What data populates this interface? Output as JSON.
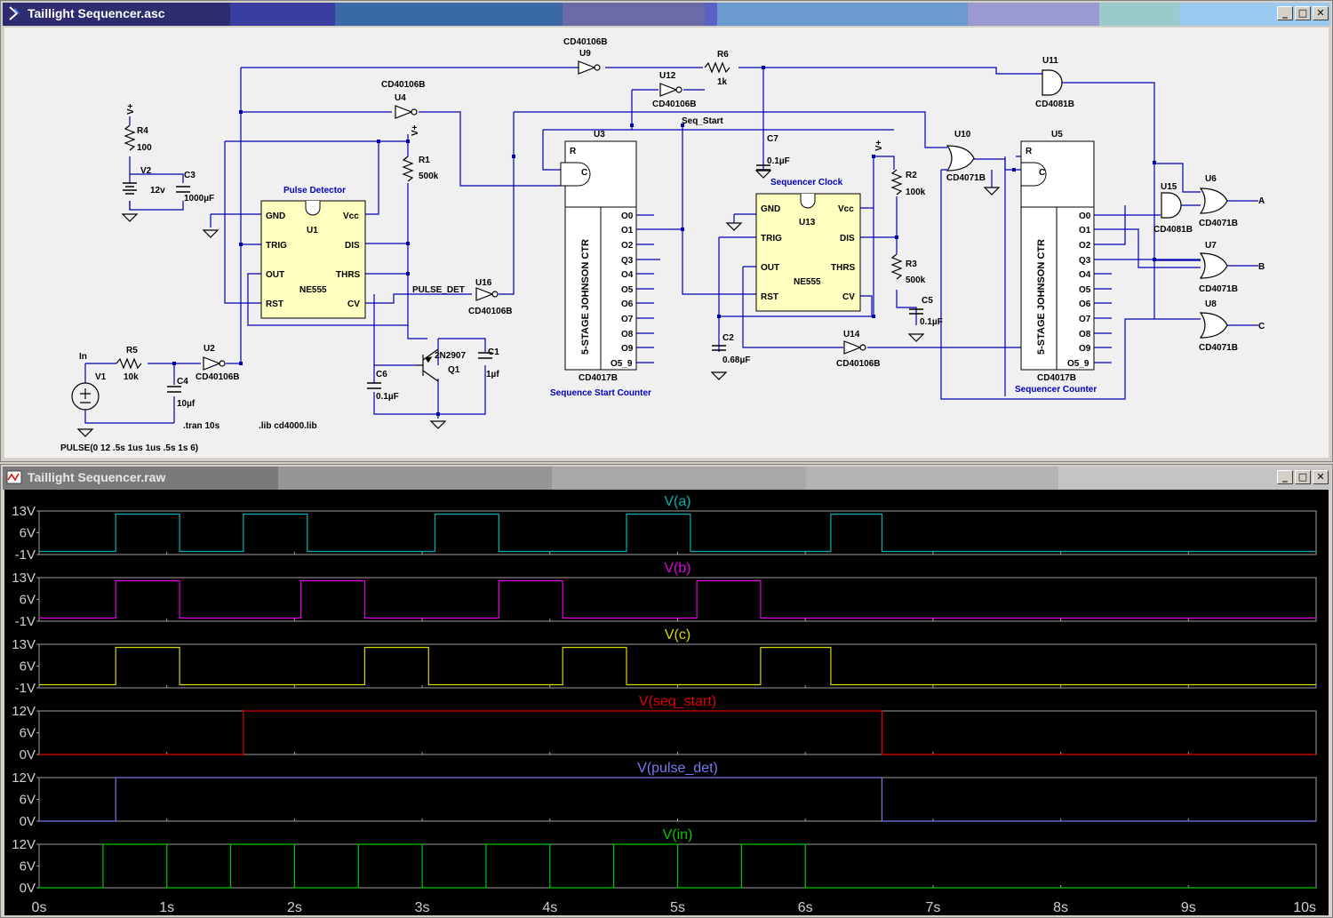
{
  "schematic_window": {
    "title": "Taillight Sequencer.asc",
    "buttons": {
      "minimize": "_",
      "maximize": "□",
      "close": "✕"
    }
  },
  "waveform_window": {
    "title": "Taillight Sequencer.raw",
    "buttons": {
      "minimize": "_",
      "maximize": "□",
      "close": "✕"
    }
  },
  "schematic": {
    "parts": {
      "r4": {
        "ref": "R4",
        "value": "100"
      },
      "v2": {
        "ref": "V2",
        "value": "12v"
      },
      "c3": {
        "ref": "C3",
        "value": "1000µF"
      },
      "r1": {
        "ref": "R1",
        "value": "500k"
      },
      "r5": {
        "ref": "R5",
        "value": "10k"
      },
      "c4": {
        "ref": "C4",
        "value": "10µf"
      },
      "c6": {
        "ref": "C6",
        "value": "0.1µF"
      },
      "c1": {
        "ref": "C1",
        "value": "1µf"
      },
      "q1": {
        "ref": "Q1",
        "value": "2N2907"
      },
      "r6": {
        "ref": "R6",
        "value": "1k"
      },
      "c7": {
        "ref": "C7",
        "value": "0.1µF"
      },
      "r2": {
        "ref": "R2",
        "value": "100k"
      },
      "r3": {
        "ref": "R3",
        "value": "500k"
      },
      "c5": {
        "ref": "C5",
        "value": "0.1µF"
      },
      "c2": {
        "ref": "C2",
        "value": "0.68µF"
      },
      "v1": {
        "ref": "V1",
        "value": "PULSE(0 12 .5s 1us 1us .5s 1s 6)"
      }
    },
    "gates": {
      "u9": {
        "ref": "U9",
        "model": "CD40106B"
      },
      "u12": {
        "ref": "U12",
        "model": "CD40106B"
      },
      "u4": {
        "ref": "U4",
        "model": "CD40106B"
      },
      "u2": {
        "ref": "U2",
        "model": "CD40106B"
      },
      "u16": {
        "ref": "U16",
        "model": "CD40106B"
      },
      "u14": {
        "ref": "U14",
        "model": "CD40106B"
      },
      "u11": {
        "ref": "U11",
        "model": "CD4081B"
      },
      "u15": {
        "ref": "U15",
        "model": "CD4081B"
      },
      "u10": {
        "ref": "U10",
        "model": "CD4071B"
      },
      "u6": {
        "ref": "U6",
        "model": "CD4071B"
      },
      "u7": {
        "ref": "U7",
        "model": "CD4071B"
      },
      "u8": {
        "ref": "U8",
        "model": "CD4071B"
      }
    },
    "timers": {
      "u1": {
        "ref": "U1",
        "model": "NE555",
        "caption": "Pulse Detector"
      },
      "u13": {
        "ref": "U13",
        "model": "NE555",
        "caption": "Sequencer Clock"
      },
      "pins": {
        "gnd": "GND",
        "trig": "TRIG",
        "out": "OUT",
        "rst": "RST",
        "vcc": "Vcc",
        "dis": "DIS",
        "thrs": "THRS",
        "cv": "CV"
      }
    },
    "counters": {
      "u3": {
        "ref": "U3",
        "model": "CD4017B",
        "caption": "Sequence Start Counter"
      },
      "u5": {
        "ref": "U5",
        "model": "CD4017B",
        "caption": "Sequencer Counter"
      },
      "body": "5-STAGE JOHNSON CTR",
      "r_pin": "R",
      "c_pin": "C",
      "outputs": [
        "O0",
        "O1",
        "O2",
        "Q3",
        "O4",
        "O5",
        "O6",
        "O7",
        "O8",
        "O9",
        "O5_9"
      ]
    },
    "labels": {
      "vplus": "V+",
      "in": "In",
      "seq_start": "Seq_Start",
      "pulse_det": "PULSE_DET",
      "out_a": "A",
      "out_b": "B",
      "out_c": "C",
      "tran": ".tran 10s",
      "lib": ".lib cd4000.lib"
    }
  },
  "chart_data": {
    "type": "line",
    "x_unit": "s",
    "xlim": [
      0,
      10
    ],
    "x_ticks": [
      "0s",
      "1s",
      "2s",
      "3s",
      "4s",
      "5s",
      "6s",
      "7s",
      "8s",
      "9s",
      "10s"
    ],
    "series": [
      {
        "name": "V(a)",
        "color": "#00b2b2",
        "y_ticks": [
          "13V",
          "6V",
          "-1V"
        ],
        "ylim": [
          -1,
          13
        ],
        "x": [
          0,
          0.6,
          0.6,
          1.1,
          1.1,
          1.6,
          1.6,
          2.1,
          2.1,
          3.1,
          3.1,
          3.6,
          3.6,
          4.6,
          4.6,
          5.1,
          5.1,
          6.2,
          6.2,
          6.6,
          6.6,
          10
        ],
        "y": [
          0,
          0,
          12,
          12,
          0,
          0,
          12,
          12,
          0,
          0,
          12,
          12,
          0,
          0,
          12,
          12,
          0,
          0,
          12,
          12,
          0,
          0
        ]
      },
      {
        "name": "V(b)",
        "color": "#e000e0",
        "y_ticks": [
          "13V",
          "6V",
          "-1V"
        ],
        "ylim": [
          -1,
          13
        ],
        "x": [
          0,
          0.6,
          0.6,
          1.1,
          1.1,
          2.05,
          2.05,
          2.55,
          2.55,
          3.6,
          3.6,
          4.1,
          4.1,
          5.15,
          5.15,
          5.65,
          5.65,
          10
        ],
        "y": [
          0,
          0,
          12,
          12,
          0,
          0,
          12,
          12,
          0,
          0,
          12,
          12,
          0,
          0,
          12,
          12,
          0,
          0
        ]
      },
      {
        "name": "V(c)",
        "color": "#d8d800",
        "y_ticks": [
          "13V",
          "6V",
          "-1V"
        ],
        "ylim": [
          -1,
          13
        ],
        "x": [
          0,
          0.6,
          0.6,
          1.1,
          1.1,
          2.55,
          2.55,
          3.05,
          3.05,
          4.1,
          4.1,
          4.6,
          4.6,
          5.65,
          5.65,
          6.2,
          6.2,
          10
        ],
        "y": [
          0,
          0,
          12,
          12,
          0,
          0,
          12,
          12,
          0,
          0,
          12,
          12,
          0,
          0,
          12,
          12,
          0,
          0
        ]
      },
      {
        "name": "V(seq_start)",
        "color": "#e00000",
        "y_ticks": [
          "12V",
          "6V",
          "0V"
        ],
        "ylim": [
          0,
          12
        ],
        "x": [
          0,
          1.6,
          1.6,
          6.6,
          6.6,
          10
        ],
        "y": [
          0,
          0,
          12,
          12,
          0,
          0
        ]
      },
      {
        "name": "V(pulse_det)",
        "color": "#7878f0",
        "y_ticks": [
          "12V",
          "6V",
          "0V"
        ],
        "ylim": [
          0,
          12
        ],
        "x": [
          0,
          0.6,
          0.6,
          6.6,
          6.6,
          10
        ],
        "y": [
          0,
          0,
          12,
          12,
          0,
          0
        ]
      },
      {
        "name": "V(in)",
        "color": "#00c800",
        "y_ticks": [
          "12V",
          "6V",
          "0V"
        ],
        "ylim": [
          0,
          12
        ],
        "x": [
          0,
          0.5,
          0.5,
          1,
          1,
          1.5,
          1.5,
          2,
          2,
          2.5,
          2.5,
          3,
          3,
          3.5,
          3.5,
          4,
          4,
          4.5,
          4.5,
          5,
          5,
          5.5,
          5.5,
          6,
          6,
          10
        ],
        "y": [
          0,
          0,
          12,
          12,
          0,
          0,
          12,
          12,
          0,
          0,
          12,
          12,
          0,
          0,
          12,
          12,
          0,
          0,
          12,
          12,
          0,
          0,
          12,
          12,
          0,
          0
        ]
      }
    ]
  }
}
